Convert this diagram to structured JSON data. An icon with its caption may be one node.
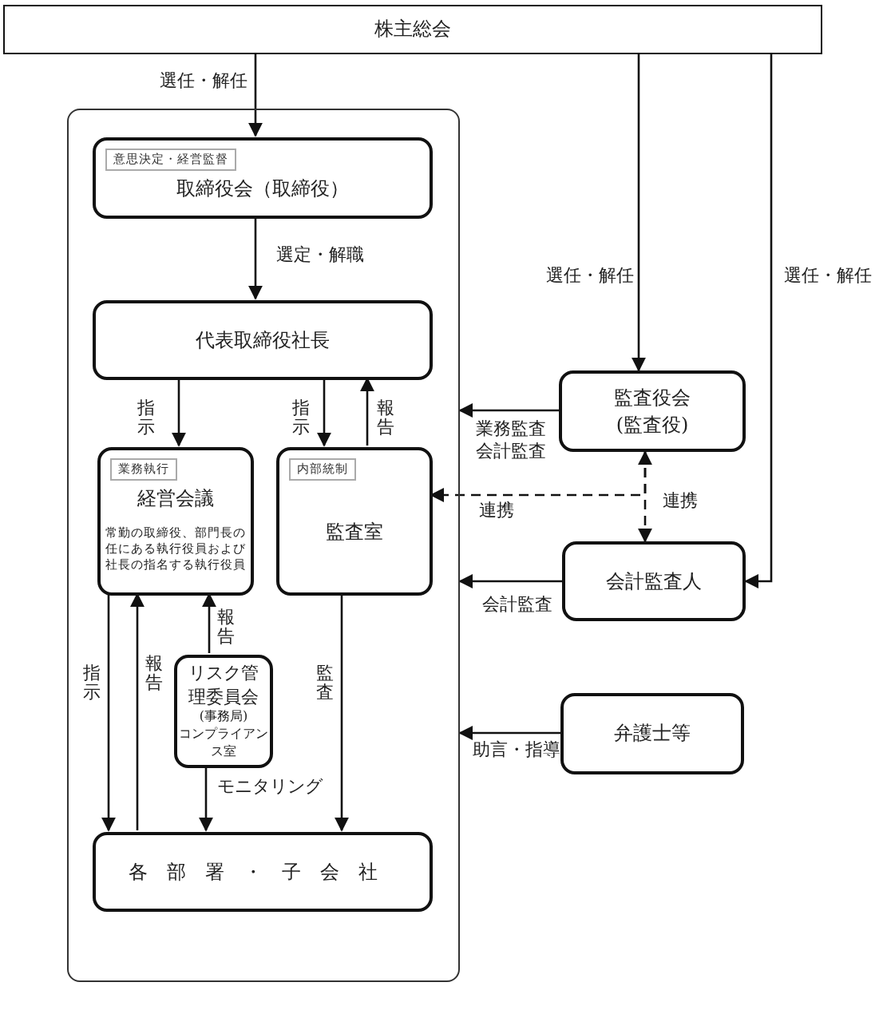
{
  "diagram": {
    "nodes": [
      {
        "text": [
          "株主総会"
        ]
      },
      {
        "text": [],
        "shape": "box"
      },
      {
        "text": [
          "意思決定・経営監督",
          "取締役会（取締役）"
        ],
        "in": 1
      },
      {
        "text": [
          "代表取締役社長"
        ],
        "in": 1
      },
      {
        "text": [
          "業務執行",
          "経営会議",
          "常勤の取締役、部門長の任にある執行役員および社長の指名する執行役員"
        ],
        "in": 1
      },
      {
        "text": [
          "内部統制",
          "監査室"
        ],
        "in": 1
      },
      {
        "text": [
          "リスク管理委員会",
          "(事務局)",
          "コンプライアンス室"
        ],
        "in": 1
      },
      {
        "text": [
          "各部署・子会社"
        ],
        "in": 1
      },
      {
        "text": [
          "監査役会(監査役)"
        ]
      },
      {
        "text": [
          "会計監査人"
        ]
      },
      {
        "text": [
          "弁護士等"
        ]
      }
    ],
    "edges": [
      {
        "from": 0,
        "to": 2,
        "arrow": "to",
        "label": "選任・解任"
      },
      {
        "from": 0,
        "to": 8,
        "arrow": "to",
        "label": "選任・解任"
      },
      {
        "from": 0,
        "to": 9,
        "arrow": "to",
        "label": "選任・解任"
      },
      {
        "from": 2,
        "to": 3,
        "arrow": "to",
        "label": "選定・解職"
      },
      {
        "from": 3,
        "to": 4,
        "arrow": "to",
        "label": "指示"
      },
      {
        "from": 3,
        "to": 5,
        "arrow": "to",
        "label": "指示"
      },
      {
        "from": 5,
        "to": 3,
        "arrow": "to",
        "label": "報告"
      },
      {
        "from": 8,
        "to": 1,
        "arrow": "to",
        "label": "業務監査会計監査"
      },
      {
        "from": 8,
        "to": 9,
        "arrow": "both",
        "label": "連携",
        "style": "dashed"
      },
      {
        "from": 8,
        "to": 5,
        "arrow": "to",
        "label": "連携",
        "style": "dashed"
      },
      {
        "from": 9,
        "to": 1,
        "arrow": "to",
        "label": "会計監査"
      },
      {
        "from": 10,
        "to": 1,
        "arrow": "to",
        "label": "助言・指導"
      },
      {
        "from": 4,
        "to": 7,
        "arrow": "to",
        "label": "指示"
      },
      {
        "from": 7,
        "to": 4,
        "arrow": "to",
        "label": "報告"
      },
      {
        "from": 6,
        "to": 4,
        "arrow": "to",
        "label": "報告"
      },
      {
        "from": 6,
        "to": 7,
        "arrow": "to",
        "label": "モニタリング"
      },
      {
        "from": 5,
        "to": 7,
        "arrow": "to",
        "label": "監査"
      }
    ]
  }
}
